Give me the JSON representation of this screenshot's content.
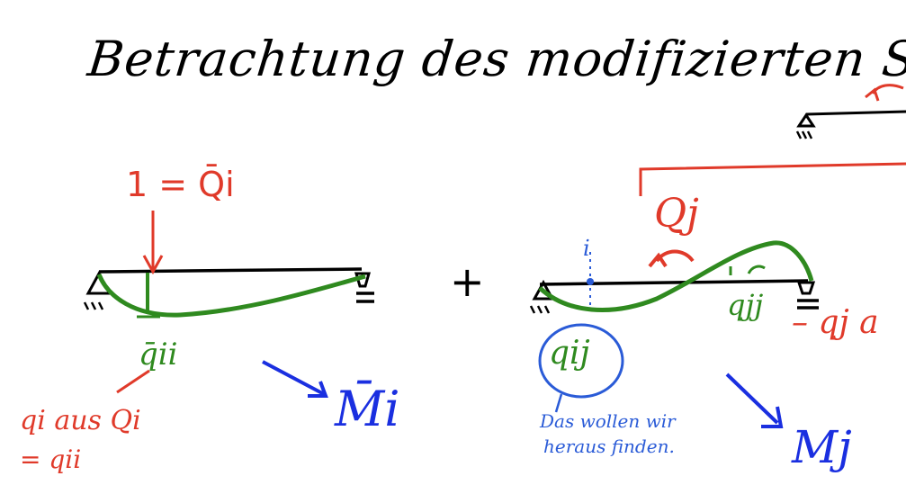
{
  "title": "Betrachtung des modifizierten Systems :",
  "left_system": {
    "force_label": "1 = Q̄i",
    "deflection_label": "q̄ii",
    "moment_label": "M̄i",
    "note_line1": "qi aus Qi",
    "note_line2": "= qii"
  },
  "operator": "+",
  "right_system": {
    "load_label": "Qj",
    "point_marker": "i",
    "deflection_label": "qjj",
    "side_note": "– qj a",
    "unknown_label": "qij",
    "note_line1": "Das wollen wir",
    "note_line2": "heraus finden.",
    "moment_label": "Mj"
  },
  "colors": {
    "ink": "#000000",
    "red": "#e03a2a",
    "green": "#2f8a1f",
    "blue": "#1a2fe0",
    "light_blue": "#2a5bd7"
  }
}
